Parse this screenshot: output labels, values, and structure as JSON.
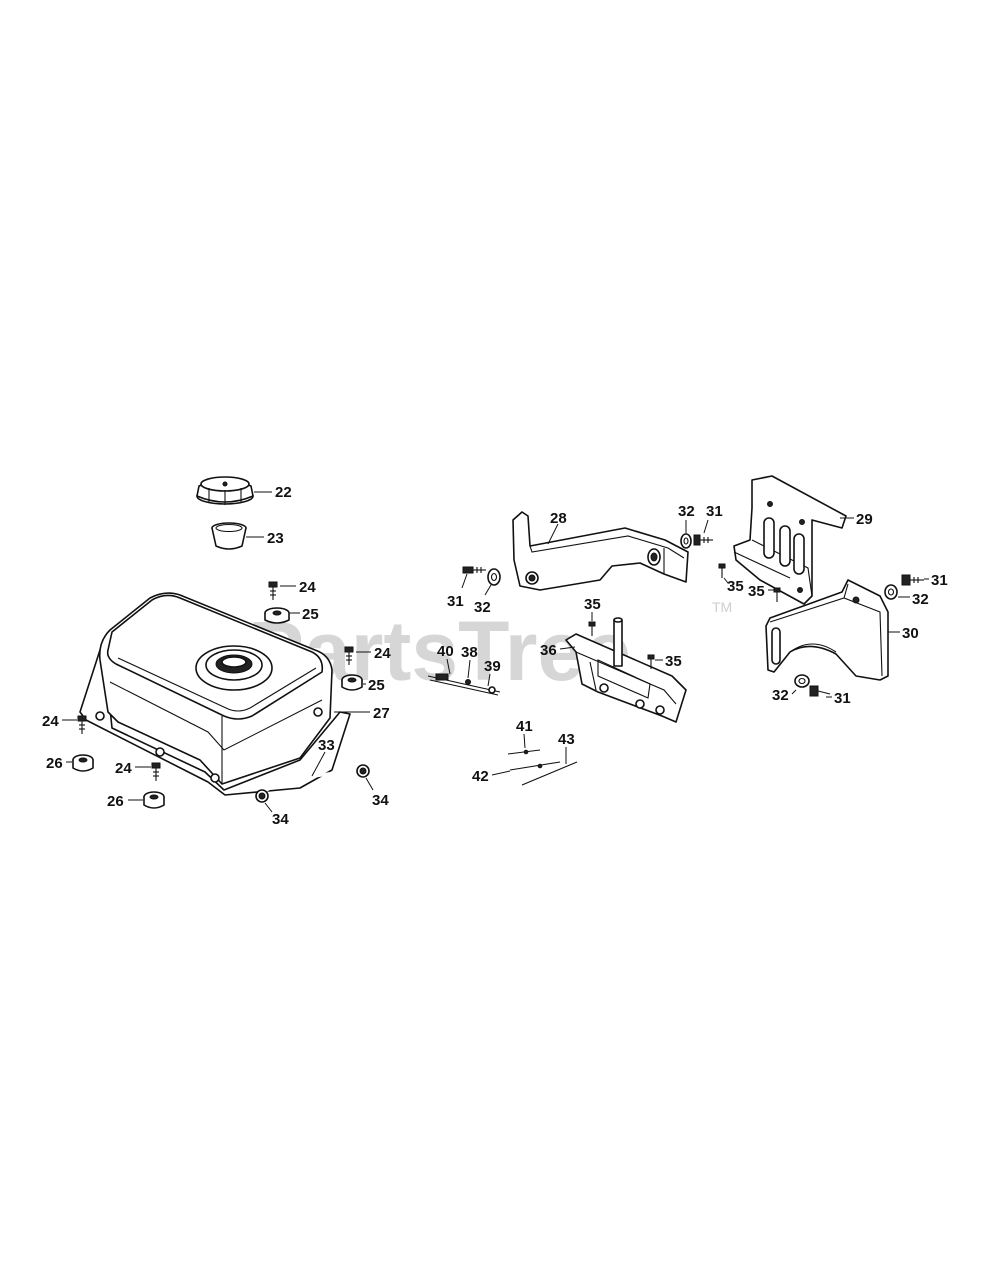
{
  "watermark": {
    "text": "PartsTree",
    "tm": "TM"
  },
  "callouts": {
    "c22": "22",
    "c23": "23",
    "c24a": "24",
    "c24b": "24",
    "c24c": "24",
    "c24d": "24",
    "c25a": "25",
    "c25b": "25",
    "c26a": "26",
    "c26b": "26",
    "c27": "27",
    "c28": "28",
    "c29": "29",
    "c30": "30",
    "c31a": "31",
    "c31b": "31",
    "c31c": "31",
    "c31d": "31",
    "c32a": "32",
    "c32b": "32",
    "c32c": "32",
    "c32d": "32",
    "c33": "33",
    "c34a": "34",
    "c34b": "34",
    "c35a": "35",
    "c35b": "35",
    "c35c": "35",
    "c35d": "35",
    "c36": "36",
    "c38": "38",
    "c39": "39",
    "c40": "40",
    "c41": "41",
    "c42": "42",
    "c43": "43"
  }
}
